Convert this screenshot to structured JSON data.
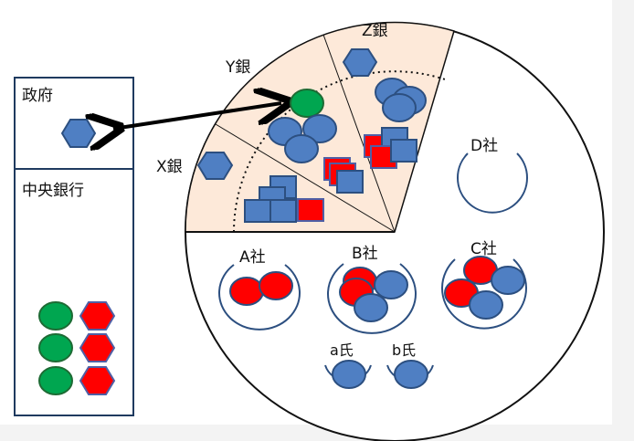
{
  "labels": {
    "government": "政府",
    "central_bank": "中央銀行",
    "bank_x": "X銀",
    "bank_y": "Y銀",
    "bank_z": "Z銀",
    "company_a": "A社",
    "company_b": "B社",
    "company_c": "C社",
    "company_d": "D社",
    "person_a": "a氏",
    "person_b": "b氏"
  },
  "colors": {
    "blue": "#4f7fc3",
    "blue_stroke": "#2c4f80",
    "red": "#ff0000",
    "red_stroke": "#a00000",
    "green": "#00a650",
    "green_stroke": "#1d6b34",
    "sector_fill": "#fde9d9",
    "frame_stroke": "#1f3a5f"
  },
  "icons": {
    "blue_hexagon": "hexagon-icon",
    "red_hexagon": "hexagon-icon",
    "blue_square": "square-icon",
    "red_square": "square-icon",
    "blue_circle": "circle-icon",
    "red_circle": "circle-icon",
    "green_circle": "circle-icon"
  }
}
